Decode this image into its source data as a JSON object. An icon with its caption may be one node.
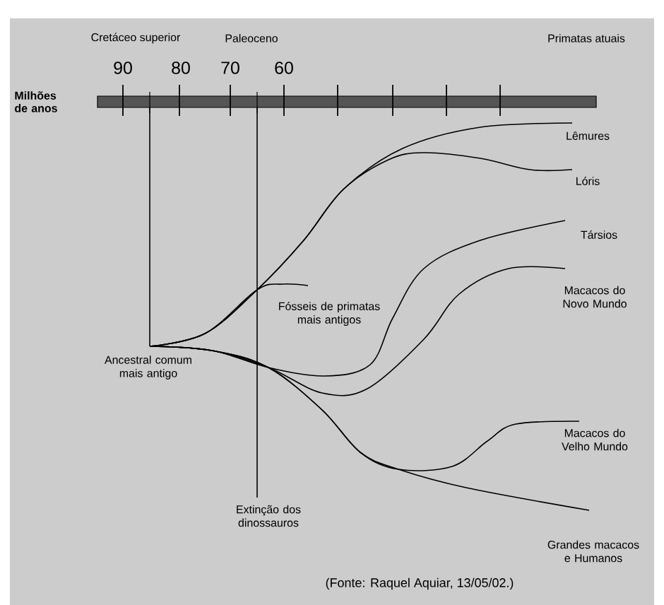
{
  "diagram": {
    "nodes": [
      {
        "text": [
          "Ancestral comum mais antigo"
        ]
      },
      {
        "text": [
          "Fósseis de primatas mais antigos"
        ]
      },
      {
        "text": [
          "Lêmures"
        ]
      },
      {
        "text": [
          "Lóris"
        ]
      },
      {
        "text": [
          "Társios"
        ]
      },
      {
        "text": [
          "Macacos do Novo Mundo"
        ]
      },
      {
        "text": [
          "Macacos do Velho Mundo"
        ]
      },
      {
        "text": [
          "Grandes macacos e Humanos"
        ]
      },
      {
        "text": [
          "Extinção dos dinossauros"
        ]
      },
      {
        "text": [],
        "shape": "bar"
      }
    ],
    "edges": [
      {
        "from": 0,
        "to": 1,
        "arrow": "none"
      },
      {
        "from": 0,
        "to": 2,
        "arrow": "none"
      },
      {
        "from": 0,
        "to": 3,
        "arrow": "none"
      },
      {
        "from": 0,
        "to": 4,
        "arrow": "none"
      },
      {
        "from": 0,
        "to": 5,
        "arrow": "none"
      },
      {
        "from": 0,
        "to": 6,
        "arrow": "none"
      },
      {
        "from": 0,
        "to": 7,
        "arrow": "none"
      },
      {
        "from": 0,
        "to": 9,
        "arrow": "none"
      },
      {
        "from": 8,
        "to": 9,
        "arrow": "none"
      }
    ],
    "labels": [
      "Cretáceo superior",
      "Paleoceno",
      "Primatas atuais",
      "90",
      "80",
      "70",
      "60",
      "Milhões de anos",
      "(Fonte: Raquel Aquiar, 13/05/02.)"
    ]
  }
}
